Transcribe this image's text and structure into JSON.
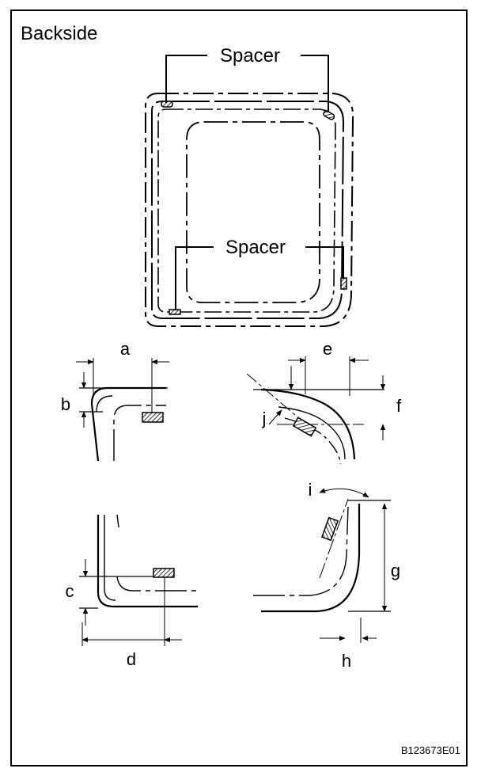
{
  "figure": {
    "title": "Backside",
    "figure_id": "B123673E01"
  },
  "callouts": {
    "spacer_top": "Spacer",
    "spacer_middle": "Spacer"
  },
  "dimensions": {
    "a": "a",
    "b": "b",
    "c": "c",
    "d": "d",
    "e": "e",
    "f": "f",
    "g": "g",
    "h": "h",
    "i": "i",
    "j": "j"
  },
  "colors": {
    "ink": "#000000",
    "background": "#ffffff"
  }
}
